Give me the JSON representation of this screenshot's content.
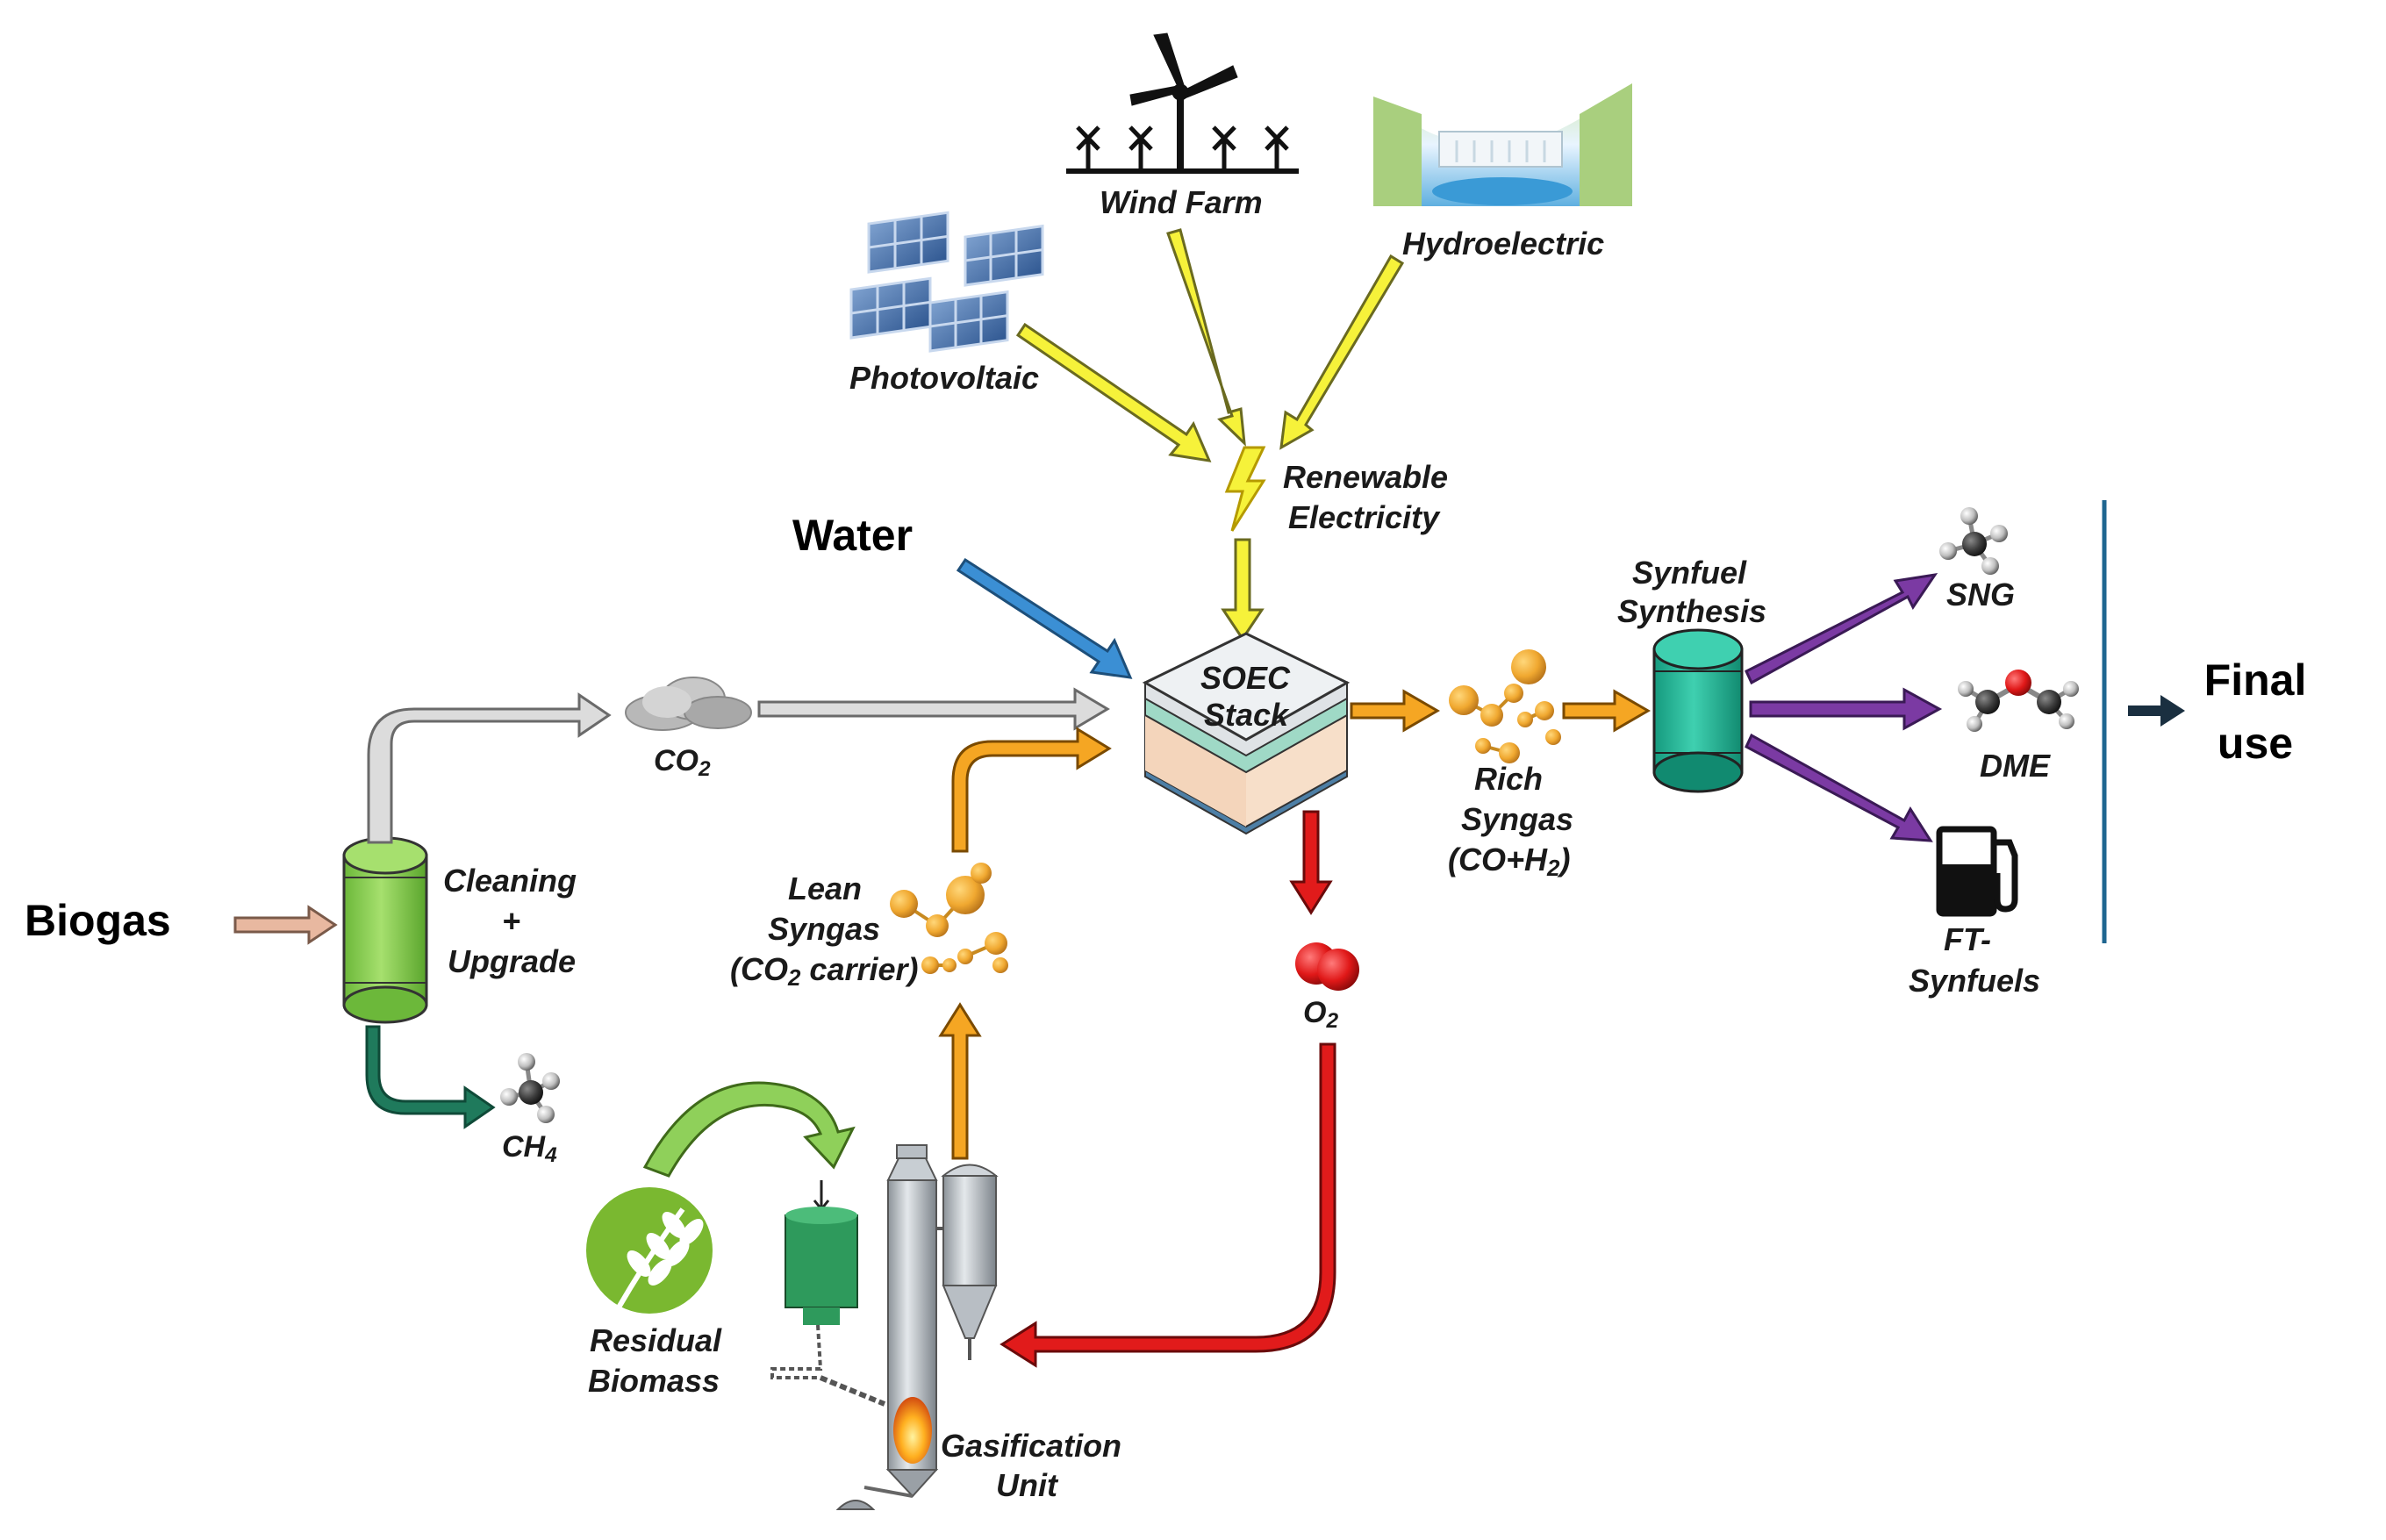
{
  "colors": {
    "grey_flow": "#d9d9d9",
    "yellow_flow": "#f6f23a",
    "blue_flow": "#3b8fd4",
    "orange_flow": "#f5a623",
    "red_flow": "#e11b1b",
    "purple_flow": "#7b3aa3",
    "teal_flow": "#1f7a5c",
    "biogas_flow": "#e8b8a0",
    "vessel_green": "#8fd05a",
    "vessel_teal": "#23b596",
    "final_rule": "#1f6690"
  },
  "inputs": {
    "biogas": "Biogas",
    "water": "Water"
  },
  "sources": {
    "wind": "Wind Farm",
    "hydro": "Hydroelectric",
    "pv": "Photovoltaic",
    "renewable_line1": "Renewable",
    "renewable_line2": "Electricity"
  },
  "units": {
    "cleaning_line1": "Cleaning",
    "cleaning_line2": "+",
    "cleaning_line3": "Upgrade",
    "soec_line1": "SOEC",
    "soec_line2": "Stack",
    "synfuel_line1": "Synfuel",
    "synfuel_line2": "Synthesis",
    "gasification_line1": "Gasification",
    "gasification_line2": "Unit",
    "biomass_line1": "Residual",
    "biomass_line2": "Biomass"
  },
  "streams": {
    "co2_main": "CO",
    "co2_sub": "2",
    "ch4_main": "CH",
    "ch4_sub": "4",
    "o2_main": "O",
    "o2_sub": "2",
    "lean_line1": "Lean",
    "lean_line2": "Syngas",
    "lean_line3_a": "(CO",
    "lean_line3_sub": "2",
    "lean_line3_b": " carrier)",
    "rich_line1": "Rich",
    "rich_line2": "Syngas",
    "rich_line3_a": "(CO+H",
    "rich_line3_sub": "2",
    "rich_line3_b": ")"
  },
  "products": {
    "sng": "SNG",
    "dme": "DME",
    "ft_line1": "FT-",
    "ft_line2": "Synfuels"
  },
  "final": {
    "line1": "Final",
    "line2": "use"
  }
}
